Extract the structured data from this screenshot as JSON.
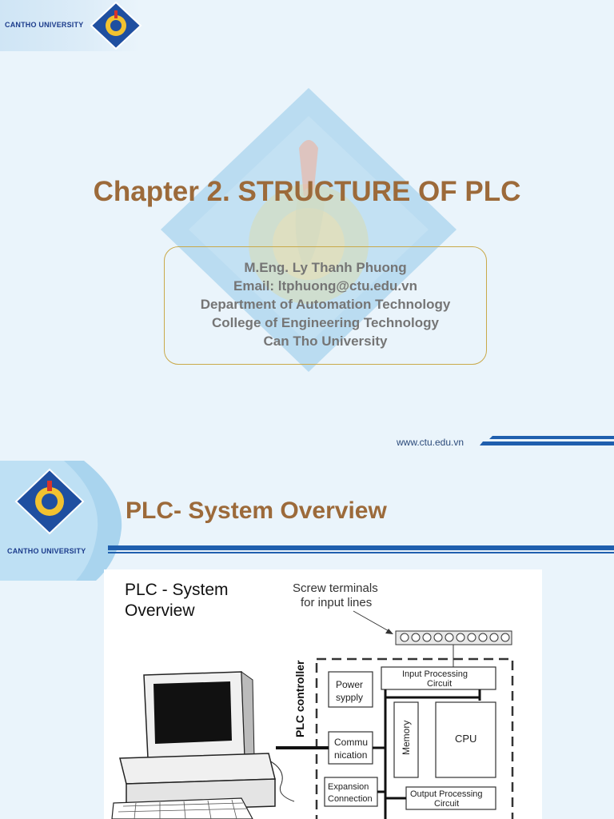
{
  "slide1": {
    "university_label": "CANTHO UNIVERSITY",
    "title": "Chapter 2. STRUCTURE OF PLC",
    "author_lines": [
      "M.Eng. Ly Thanh Phuong",
      "Email: ltphuong@ctu.edu.vn",
      "Department of Automation Technology",
      "College of Engineering Technology",
      "Can Tho University"
    ],
    "website": "www.ctu.edu.vn"
  },
  "slide2": {
    "university_label": "CANTHO UNIVERSITY",
    "title": "PLC- System Overview",
    "diagram": {
      "heading_line1": "PLC  - System",
      "heading_line2": "Overview",
      "screw_label_line1": "Screw terminals",
      "screw_label_line2": "for input lines",
      "plc_controller": "PLC controller",
      "power_supply_line1": "Power",
      "power_supply_line2": "sypply",
      "communication_line1": "Commu",
      "communication_line2": "nication",
      "expansion_line1": "Expansion",
      "expansion_line2": "Connection",
      "input_processing_line1": "Input Processing",
      "input_processing_line2": "Circuit",
      "memory": "Memory",
      "cpu": "CPU",
      "output_processing_line1": "Output Processing",
      "output_processing_line2": "Circuit"
    }
  },
  "colors": {
    "title": "#9c6a3a",
    "logo_blue": "#1f4fa0",
    "accent_blue": "#1f5fae",
    "background": "#eaf4fb"
  }
}
